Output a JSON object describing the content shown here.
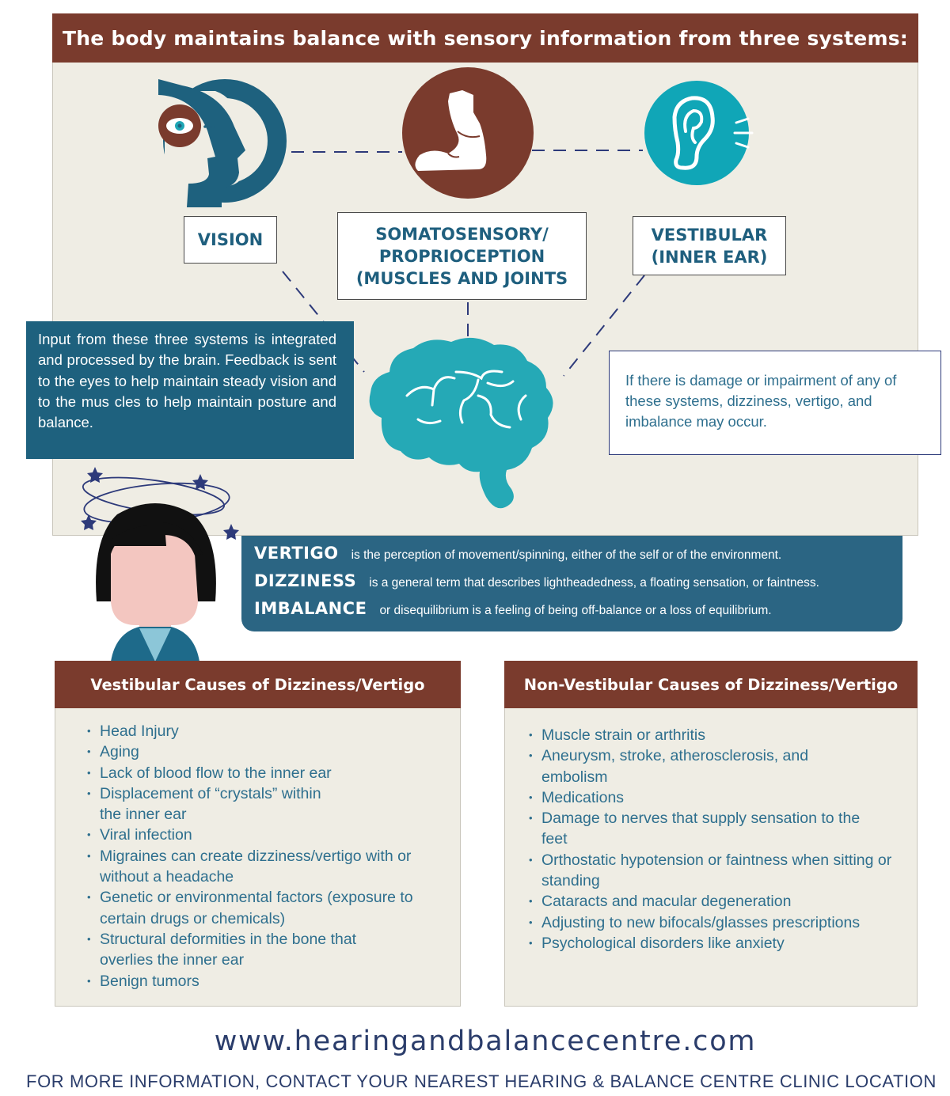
{
  "header": {
    "title": "The body maintains balance with sensory information from three systems:"
  },
  "systems": {
    "vision": {
      "label": "VISION",
      "icon": "head-eye-icon",
      "color": "#1e617e"
    },
    "somatosensory": {
      "lines": [
        "SOMATOSENSORY/",
        "PROPRIOCEPTION",
        "(MUSCLES AND JOINTS"
      ],
      "icon": "flexed-arm-icon",
      "color": "#7a3b2d"
    },
    "vestibular": {
      "lines": [
        "VESTIBULAR",
        "(INNER EAR)"
      ],
      "icon": "ear-icon",
      "color": "#10a6b7"
    }
  },
  "brain": {
    "icon": "brain-icon",
    "color": "#25a9b6",
    "integration_text": "Input from these three systems is integrated and processed by the brain. Feedback is sent to the eyes to help maintain steady vision and to the mus cles to help maintain posture and balance.",
    "damage_text": "If there is damage or impairment of any of these systems, dizziness, vertigo, and imbalance may occur."
  },
  "dizzy_person": {
    "icon": "dizzy-woman-icon"
  },
  "definitions": [
    {
      "term": "VERTIGO",
      "description": "is the perception of movement/spinning, either of the self or of the environment."
    },
    {
      "term": "DIZZINESS",
      "description": "is a general term that describes lightheadedness, a floating sensation, or faintness."
    },
    {
      "term": "IMBALANCE",
      "description": "or disequilibrium is a feeling of being off-balance or a loss of equilibrium."
    }
  ],
  "vestibular_causes": {
    "title": "Vestibular Causes of Dizziness/Vertigo",
    "items": [
      "Head Injury",
      "Aging",
      "Lack of blood flow to the inner ear",
      "Displacement of “crystals” within the inner ear",
      "Viral infection",
      "Migraines can create dizziness/vertigo with or without a headache",
      "Genetic or environmental factors (exposure to certain drugs or chemicals)",
      "Structural deformities in the bone that overlies the inner ear",
      "Benign tumors"
    ]
  },
  "non_vestibular_causes": {
    "title": "Non-Vestibular Causes of Dizziness/Vertigo",
    "items": [
      "Muscle strain or arthritis",
      "Aneurysm, stroke, atherosclerosis, and embolism",
      "Medications",
      "Damage to nerves that supply sensation to the feet",
      "Orthostatic hypotension or faintness when sitting or standing",
      "Cataracts and macular degeneration",
      "Adjusting to new bifocals/glasses prescriptions",
      "Psychological disorders like anxiety"
    ]
  },
  "footer": {
    "website": "www.hearingandbalancecentre.com",
    "contact": "FOR MORE INFORMATION, CONTACT YOUR NEAREST HEARING & BALANCE CENTRE CLINIC LOCATION"
  },
  "colors": {
    "brown": "#7a3b2d",
    "navy": "#1e617e",
    "teal": "#25a9b6",
    "panel": "#efede4",
    "text_blue": "#2e6f8e"
  }
}
